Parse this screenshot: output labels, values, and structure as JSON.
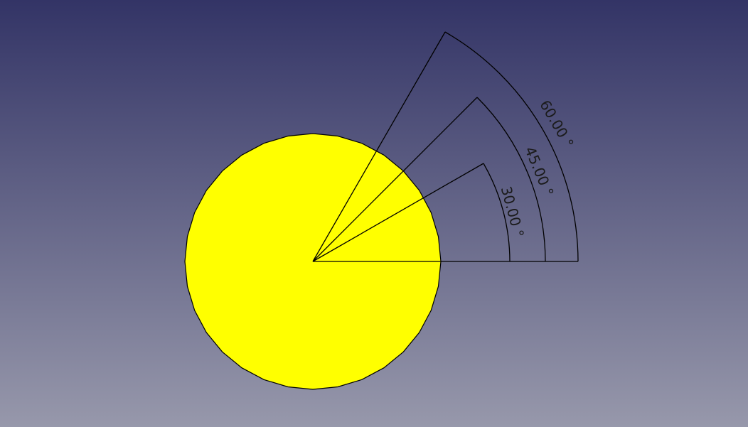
{
  "scene": {
    "background_top": "#333466",
    "background_bottom": "#9798ab",
    "disc_fill": "#ffff00",
    "disc_outline": "#000000"
  },
  "dimensions": [
    {
      "angle_deg": 30,
      "label": "30.00 °"
    },
    {
      "angle_deg": 45,
      "label": "45.00 °"
    },
    {
      "angle_deg": 60,
      "label": "60.00 °"
    }
  ]
}
